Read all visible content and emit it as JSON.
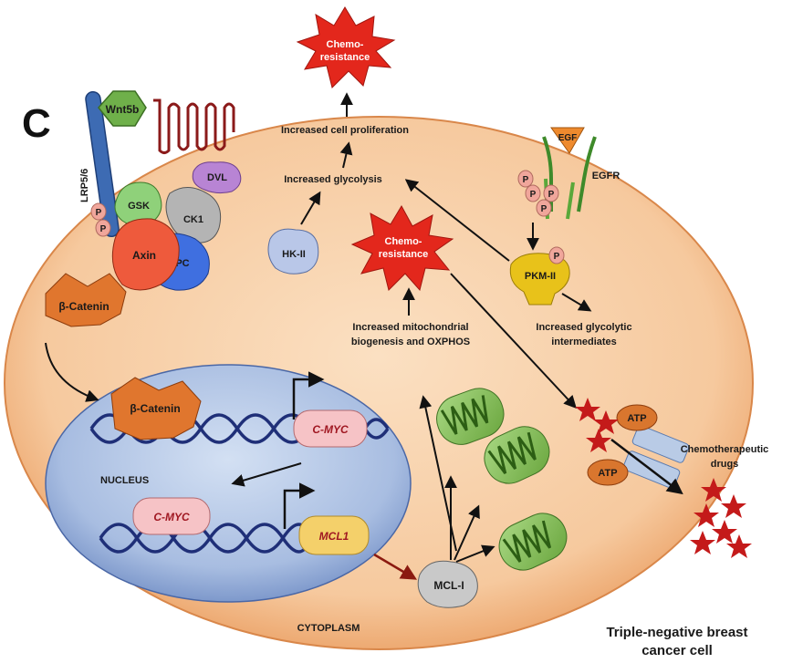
{
  "panel_letter": "C",
  "title_line1": "Triple-negative breast",
  "title_line2": "cancer cell",
  "compartments": {
    "nucleus": "NUCLEUS",
    "cytoplasm": "CYTOPLASM"
  },
  "molecules": {
    "wnt5b": "Wnt5b",
    "lrp": "LRP5/6",
    "dvl": "DVL",
    "gsk": "GSK",
    "ck1": "CK1",
    "axin": "Axin",
    "apc": "APC",
    "p": "P",
    "bcat_cyto": "β-Catenin",
    "bcat_nuc": "β-Catenin",
    "cmyc_gene": "C-MYC",
    "cmyc_protein": "C-MYC",
    "mcl1_gene": "MCL1",
    "mcl1_protein": "MCL-I",
    "hk2": "HK-II",
    "pkm2": "PKM-II",
    "egf": "EGF",
    "egfr": "EGFR",
    "atp": "ATP"
  },
  "processes": {
    "proliferation": "Increased cell proliferation",
    "glycolysis": "Increased glycolysis",
    "mito_line1": "Increased mitochondrial",
    "mito_line2": "biogenesis and OXPHOS",
    "glyco_int_line1": "Increased glycolytic",
    "glyco_int_line2": "intermediates",
    "chemo_drugs_line1": "Chemotherapeutic",
    "chemo_drugs_line2": "drugs"
  },
  "chemoresistance": {
    "line1": "Chemo-",
    "line2": "resistance"
  },
  "colors": {
    "cell_fill": "#f6c99e",
    "cell_edge": "#c9662b",
    "nucleus_fill": "#9fb6dc",
    "chemo_star": "#e3271c",
    "mitochondria": "#7fbd52",
    "dna": "#1f2f78"
  }
}
